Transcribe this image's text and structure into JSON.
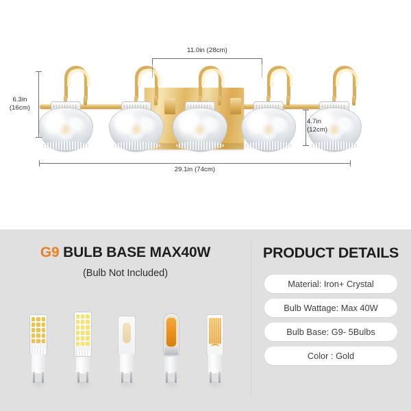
{
  "dimensions": {
    "top_width": "11.0in  (28cm)",
    "left_height": "6.3in\n(16cm)",
    "right_height": "4.7in\n(12cm)",
    "bottom_width": "29.1in  (74cm)"
  },
  "bulb_section": {
    "title_prefix": "G9",
    "title_rest": " BULB BASE MAX40W",
    "subtitle": "(Bulb Not Included)",
    "accent_color": "#ED7D22",
    "bulbs": [
      {
        "name": "warm-smd-led-bulb",
        "chip_color": "#F2C14A"
      },
      {
        "name": "cool-smd-led-bulb",
        "chip_color": "#FAE36A"
      },
      {
        "name": "frosted-g9-bulb",
        "chip_color": "#EFE0BA"
      },
      {
        "name": "amber-cob-filament-bulb",
        "chip_color": "#ED9A21"
      },
      {
        "name": "clear-filament-bulb",
        "chip_color": "#EFA52C"
      }
    ]
  },
  "product_details": {
    "title": "PRODUCT DETAILS",
    "items": [
      "Material: Iron+ Crystal",
      "Bulb Wattage: Max 40W",
      "Bulb Base: G9- 5Bulbs",
      "Color : Gold"
    ]
  },
  "colors": {
    "panel_background": "#E0E0E0",
    "top_background": "#FFFFFF",
    "gold": "#E2B765",
    "text_dark": "#1D1D1D"
  }
}
